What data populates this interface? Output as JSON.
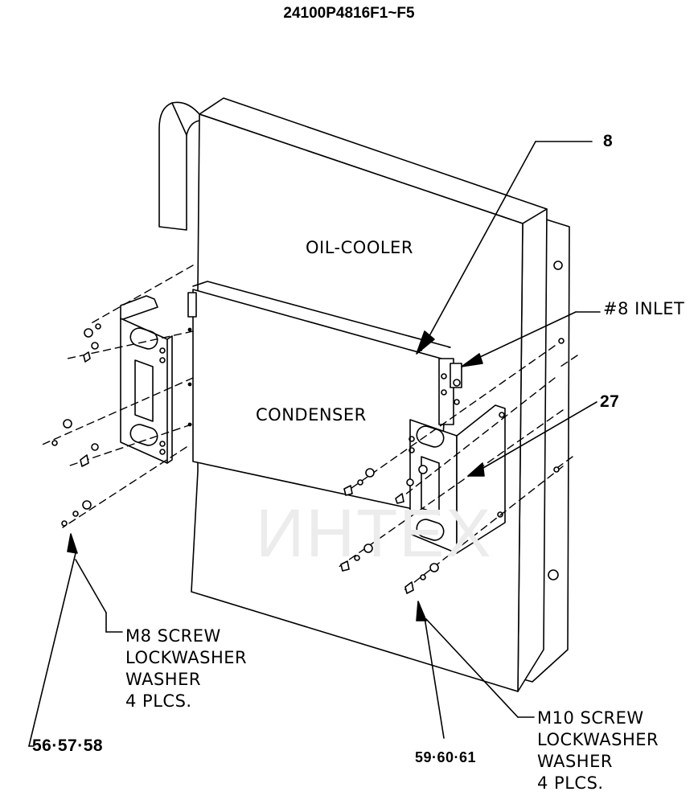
{
  "title": "24100P4816F1~F5",
  "watermark": "ИНТЕХ",
  "labels": {
    "oil_cooler": "OIL-COOLER",
    "condenser": "CONDENSER",
    "ref_8": "8",
    "inlet": "#8 INLET",
    "ref_27": "27",
    "m8_hardware": [
      "M8 SCREW",
      "LOCKWASHER",
      "WASHER",
      "4 PLCS."
    ],
    "m8_parts": "56·57·58",
    "m10_hardware": [
      "M10 SCREW",
      "LOCKWASHER",
      "WASHER",
      "4 PLCS."
    ],
    "m10_parts": "59·60·61"
  },
  "colors": {
    "line": "#000000",
    "watermark": "#f3a0a0"
  }
}
